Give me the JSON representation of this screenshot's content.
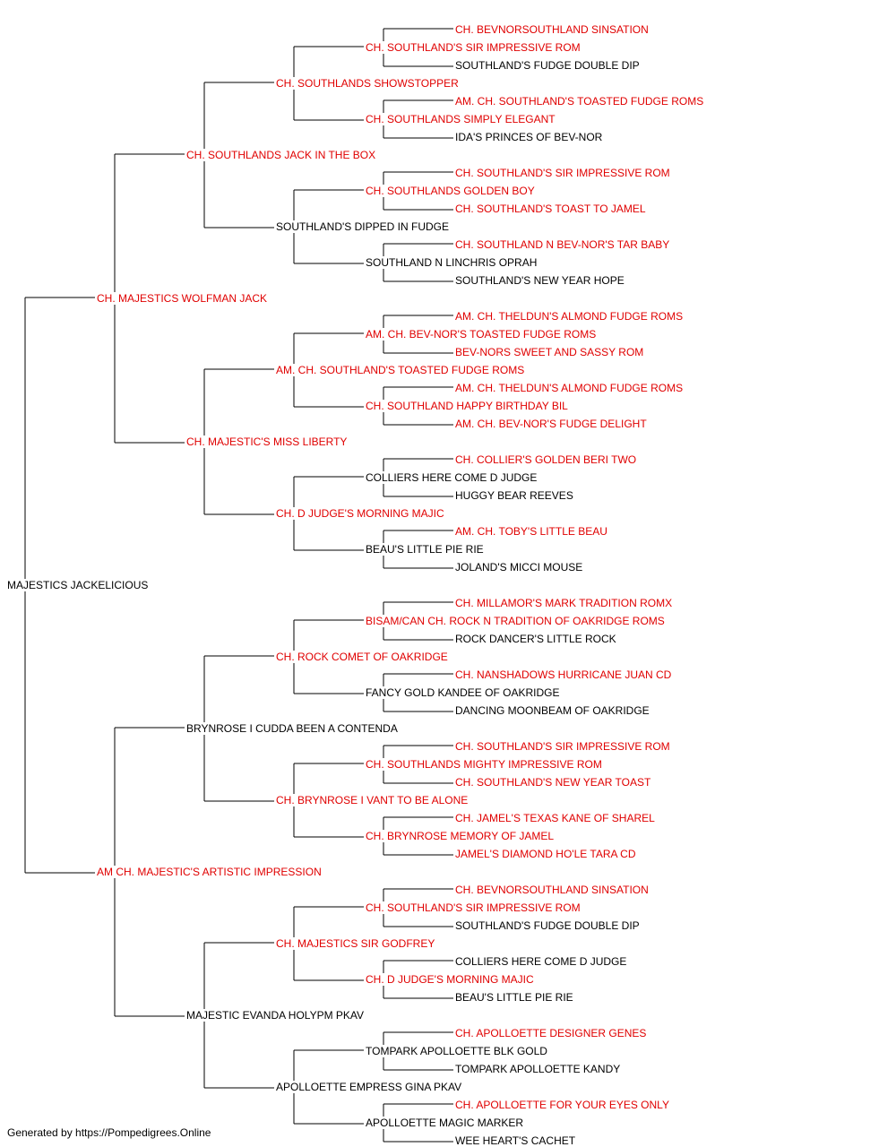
{
  "colors": {
    "champion": "#e00000",
    "plain": "#000000",
    "line": "#000000"
  },
  "pedigree": {
    "name": "MAJESTICS JACKELICIOUS",
    "ch": false,
    "sire": {
      "name": "CH. MAJESTICS WOLFMAN JACK",
      "ch": true,
      "sire": {
        "name": "CH. SOUTHLANDS JACK IN THE BOX",
        "ch": true,
        "sire": {
          "name": "CH. SOUTHLANDS SHOWSTOPPER",
          "ch": true,
          "sire": {
            "name": "CH. SOUTHLAND'S SIR IMPRESSIVE ROM",
            "ch": true,
            "sire": {
              "name": "CH. BEVNORSOUTHLAND SINSATION",
              "ch": true
            },
            "dam": {
              "name": "SOUTHLAND'S FUDGE DOUBLE DIP",
              "ch": false
            }
          },
          "dam": {
            "name": "CH. SOUTHLANDS SIMPLY ELEGANT",
            "ch": true,
            "sire": {
              "name": "AM. CH. SOUTHLAND'S TOASTED FUDGE ROMS",
              "ch": true
            },
            "dam": {
              "name": "IDA'S PRINCES OF BEV-NOR",
              "ch": false
            }
          }
        },
        "dam": {
          "name": "SOUTHLAND'S DIPPED IN FUDGE",
          "ch": false,
          "sire": {
            "name": "CH. SOUTHLANDS GOLDEN BOY",
            "ch": true,
            "sire": {
              "name": "CH. SOUTHLAND'S SIR IMPRESSIVE ROM",
              "ch": true
            },
            "dam": {
              "name": "CH. SOUTHLAND'S TOAST TO JAMEL",
              "ch": true
            }
          },
          "dam": {
            "name": "SOUTHLAND N LINCHRIS OPRAH",
            "ch": false,
            "sire": {
              "name": "CH. SOUTHLAND N BEV-NOR'S TAR BABY",
              "ch": true
            },
            "dam": {
              "name": "SOUTHLAND'S NEW YEAR HOPE",
              "ch": false
            }
          }
        }
      },
      "dam": {
        "name": "CH. MAJESTIC'S MISS LIBERTY",
        "ch": true,
        "sire": {
          "name": "AM. CH. SOUTHLAND'S TOASTED FUDGE ROMS",
          "ch": true,
          "sire": {
            "name": "AM. CH. BEV-NOR'S TOASTED FUDGE ROMS",
            "ch": true,
            "sire": {
              "name": "AM. CH. THELDUN'S ALMOND FUDGE ROMS",
              "ch": true
            },
            "dam": {
              "name": "BEV-NORS SWEET AND SASSY ROM",
              "ch": true
            }
          },
          "dam": {
            "name": "CH. SOUTHLAND HAPPY BIRTHDAY BIL",
            "ch": true,
            "sire": {
              "name": "AM. CH. THELDUN'S ALMOND FUDGE ROMS",
              "ch": true
            },
            "dam": {
              "name": "AM. CH. BEV-NOR'S FUDGE DELIGHT",
              "ch": true
            }
          }
        },
        "dam": {
          "name": "CH. D JUDGE'S MORNING MAJIC",
          "ch": true,
          "sire": {
            "name": "COLLIERS HERE COME D JUDGE",
            "ch": false,
            "sire": {
              "name": "CH. COLLIER'S GOLDEN BERI TWO",
              "ch": true
            },
            "dam": {
              "name": "HUGGY BEAR REEVES",
              "ch": false
            }
          },
          "dam": {
            "name": "BEAU'S LITTLE PIE RIE",
            "ch": false,
            "sire": {
              "name": "AM. CH. TOBY'S LITTLE BEAU",
              "ch": true
            },
            "dam": {
              "name": "JOLAND'S MICCI MOUSE",
              "ch": false
            }
          }
        }
      }
    },
    "dam": {
      "name": "AM CH. MAJESTIC'S ARTISTIC IMPRESSION",
      "ch": true,
      "sire": {
        "name": "BRYNROSE I CUDDA BEEN A CONTENDA",
        "ch": false,
        "sire": {
          "name": "CH. ROCK COMET OF OAKRIDGE",
          "ch": true,
          "sire": {
            "name": "BISAM/CAN CH. ROCK N TRADITION OF OAKRIDGE ROMS",
            "ch": true,
            "sire": {
              "name": "CH. MILLAMOR'S MARK TRADITION ROMX",
              "ch": true
            },
            "dam": {
              "name": "ROCK DANCER'S LITTLE ROCK",
              "ch": false
            }
          },
          "dam": {
            "name": "FANCY GOLD KANDEE OF OAKRIDGE",
            "ch": false,
            "sire": {
              "name": "CH. NANSHADOWS HURRICANE JUAN CD",
              "ch": true
            },
            "dam": {
              "name": "DANCING MOONBEAM OF OAKRIDGE",
              "ch": false
            }
          }
        },
        "dam": {
          "name": "CH. BRYNROSE I VANT TO BE ALONE",
          "ch": true,
          "sire": {
            "name": "CH. SOUTHLANDS MIGHTY IMPRESSIVE ROM",
            "ch": true,
            "sire": {
              "name": "CH. SOUTHLAND'S SIR IMPRESSIVE ROM",
              "ch": true
            },
            "dam": {
              "name": "CH. SOUTHLAND'S NEW YEAR TOAST",
              "ch": true
            }
          },
          "dam": {
            "name": "CH. BRYNROSE MEMORY OF JAMEL",
            "ch": true,
            "sire": {
              "name": "CH. JAMEL'S TEXAS KANE OF SHAREL",
              "ch": true
            },
            "dam": {
              "name": "JAMEL'S DIAMOND HO'LE TARA CD",
              "ch": true
            }
          }
        }
      },
      "dam": {
        "name": "MAJESTIC EVANDA HOLYPM PKAV",
        "ch": false,
        "sire": {
          "name": "CH. MAJESTICS SIR GODFREY",
          "ch": true,
          "sire": {
            "name": "CH. SOUTHLAND'S SIR IMPRESSIVE ROM",
            "ch": true,
            "sire": {
              "name": "CH. BEVNORSOUTHLAND SINSATION",
              "ch": true
            },
            "dam": {
              "name": "SOUTHLAND'S FUDGE DOUBLE DIP",
              "ch": false
            }
          },
          "dam": {
            "name": "CH. D JUDGE'S MORNING MAJIC",
            "ch": true,
            "sire": {
              "name": "COLLIERS HERE COME D JUDGE",
              "ch": false
            },
            "dam": {
              "name": "BEAU'S LITTLE PIE RIE",
              "ch": false
            }
          }
        },
        "dam": {
          "name": "APOLLOETTE EMPRESS GINA PKAV",
          "ch": false,
          "sire": {
            "name": "TOMPARK APOLLOETTE BLK GOLD",
            "ch": false,
            "sire": {
              "name": "CH. APOLLOETTE DESIGNER GENES",
              "ch": true
            },
            "dam": {
              "name": "TOMPARK APOLLOETTE KANDY",
              "ch": false
            }
          },
          "dam": {
            "name": "APOLLOETTE MAGIC MARKER",
            "ch": false,
            "sire": {
              "name": "CH. APOLLOETTE FOR YOUR EYES ONLY",
              "ch": true
            },
            "dam": {
              "name": "WEE HEART'S CACHET",
              "ch": false
            }
          }
        }
      }
    }
  },
  "footer": "Generated by https://Pompedigrees.Online"
}
